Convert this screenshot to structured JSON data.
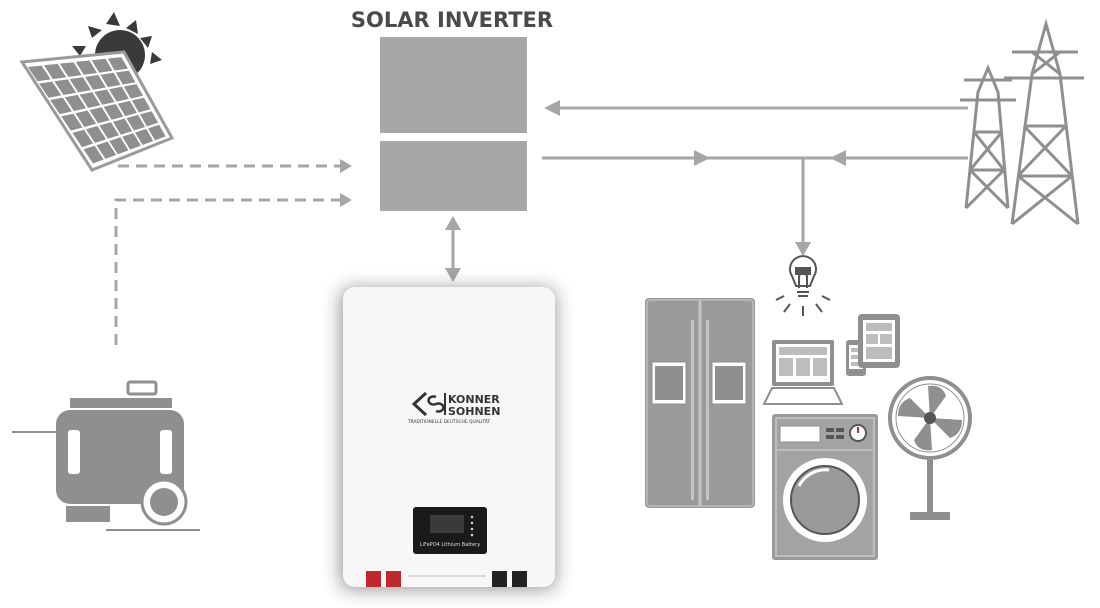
{
  "title": "SOLAR INVERTER",
  "brand": {
    "line1": "KONNER",
    "line2": "SOHNEN",
    "tagline": "TRADITIONELLE DEUTSCHE QUALITÄT"
  },
  "battery_label": "LiFePO4 Lithium Battery",
  "colors": {
    "icon_gray": "#8f8f8f",
    "line_gray": "#a6a6a6",
    "battery_white": "#f7f7f7",
    "terminal_red": "#c0282d",
    "terminal_black": "#222222"
  },
  "icons": [
    "solar-panel-icon",
    "sun-icon",
    "power-tower-icon",
    "generator-icon",
    "battery-icon",
    "refrigerator-icon",
    "light-bulb-icon",
    "laptop-icon",
    "phone-icon",
    "tablet-icon",
    "washing-machine-icon",
    "fan-icon"
  ]
}
